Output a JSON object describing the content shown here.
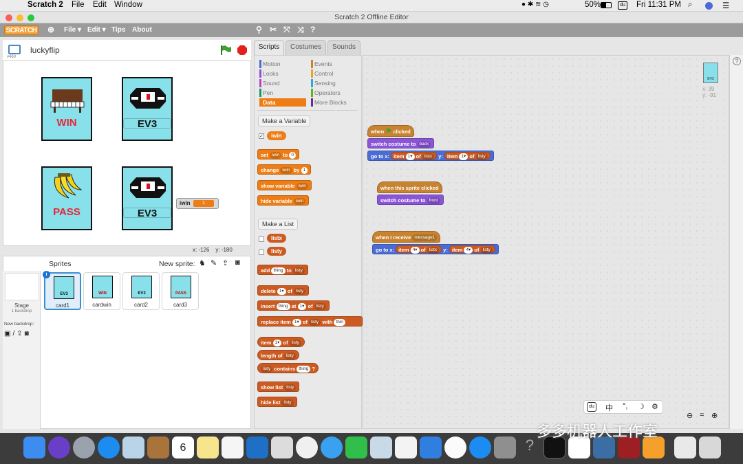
{
  "mac_menubar": {
    "apple": "",
    "items": [
      "Scratch 2",
      "File",
      "Edit",
      "Window"
    ],
    "battery": "50%",
    "clock": "Fri 11:31 PM"
  },
  "window": {
    "title": "Scratch 2 Offline Editor"
  },
  "scratch_menu": {
    "logo": "SCRATCH",
    "items": [
      "File ▾",
      "Edit ▾",
      "Tips",
      "About"
    ]
  },
  "stage": {
    "project_name": "luckyflip",
    "version": "v460",
    "cards": [
      {
        "label": "WIN",
        "picture": "piano"
      },
      {
        "label": "EV3",
        "picture": "ev3-brick"
      },
      {
        "label": "PASS",
        "picture": "bananas"
      },
      {
        "label": "EV3",
        "picture": "ev3-brick"
      }
    ],
    "monitor": {
      "name": "iwin",
      "value": "1"
    },
    "coords": {
      "x": "x: -126",
      "y": "y: -180"
    }
  },
  "sprites": {
    "title": "Sprites",
    "new_sprite_label": "New sprite:",
    "stage_label": "Stage",
    "stage_backdrops": "1 backdrop",
    "new_backdrop_label": "New backdrop:",
    "list": [
      {
        "name": "card1",
        "thumb": "EV3",
        "selected": true
      },
      {
        "name": "cardwin",
        "thumb": "WIN",
        "selected": false
      },
      {
        "name": "card2",
        "thumb": "EV3",
        "selected": false
      },
      {
        "name": "card3",
        "thumb": "PASS",
        "selected": false
      }
    ]
  },
  "tabs": [
    "Scripts",
    "Costumes",
    "Sounds"
  ],
  "categories": {
    "left": [
      {
        "label": "Motion",
        "color": "#4a6cd4"
      },
      {
        "label": "Looks",
        "color": "#8a55d7"
      },
      {
        "label": "Sound",
        "color": "#bb42c3"
      },
      {
        "label": "Pen",
        "color": "#0e9a6c"
      },
      {
        "label": "Data",
        "color": "#ee7d16",
        "selected": true
      }
    ],
    "right": [
      {
        "label": "Events",
        "color": "#c88330"
      },
      {
        "label": "Control",
        "color": "#e1a91a"
      },
      {
        "label": "Sensing",
        "color": "#2ca5e2"
      },
      {
        "label": "Operators",
        "color": "#5cb712"
      },
      {
        "label": "More Blocks",
        "color": "#632d99"
      }
    ]
  },
  "palette": {
    "make_variable": "Make a Variable",
    "variable": "iwin",
    "set_block": {
      "word": "set",
      "var": "iwin",
      "to": "to",
      "value": "0"
    },
    "change_block": {
      "word": "change",
      "var": "iwin",
      "by": "by",
      "value": "1"
    },
    "show_var_block": {
      "word": "show variable",
      "var": "iwin"
    },
    "hide_var_block": {
      "word": "hide variable",
      "var": "iwin"
    },
    "make_list": "Make a List",
    "lists": [
      "listx",
      "listy"
    ],
    "add_block": {
      "word": "add",
      "item": "thing",
      "to": "to",
      "list": "listy"
    },
    "delete_block": {
      "word": "delete",
      "index": "1▾",
      "of": "of",
      "list": "listy"
    },
    "insert_block": {
      "word": "insert",
      "item": "thing",
      "at": "at",
      "index": "1▾",
      "of": "of",
      "list": "listy"
    },
    "replace_block": {
      "word": "replace item",
      "index": "1▾",
      "of": "of",
      "list": "listy",
      "with": "with",
      "item": "thin"
    },
    "item_block": {
      "word": "item",
      "index": "1▾",
      "of": "of",
      "list": "listy"
    },
    "length_block": {
      "word": "length of",
      "list": "listy"
    },
    "contains_block": {
      "list": "listy",
      "word": "contains",
      "item": "thing",
      "q": "?"
    },
    "show_list_block": {
      "word": "show list",
      "list": "listy"
    },
    "hide_list_block": {
      "word": "hide list",
      "list": "listy"
    }
  },
  "scripts": {
    "script1": {
      "hat": {
        "when": "when",
        "clicked": "clicked"
      },
      "costume": {
        "word": "switch costume to",
        "value": "back"
      },
      "goto": {
        "word": "go to x:",
        "item": "item",
        "idx1": "1▾",
        "of": "of",
        "list1": "listx",
        "y": "y:",
        "idx2": "1▾",
        "list2": "listy"
      }
    },
    "script2": {
      "hat": "when this sprite clicked",
      "costume": {
        "word": "switch costume to",
        "value": "front"
      }
    },
    "script3": {
      "hat": {
        "word": "when I receive",
        "value": "message1"
      },
      "goto": {
        "word": "go to x:",
        "item": "item",
        "idx1": "4▾",
        "of": "of",
        "list1": "listx",
        "y": "y:",
        "idx2": "4▾",
        "list2": "listy"
      }
    },
    "sprite_info": {
      "thumb": "EV3",
      "x": "x: 39",
      "y": "y: -91"
    }
  },
  "ime": [
    "中",
    "°,",
    "☽",
    "⚙"
  ],
  "watermark": "多多机器人工作室"
}
